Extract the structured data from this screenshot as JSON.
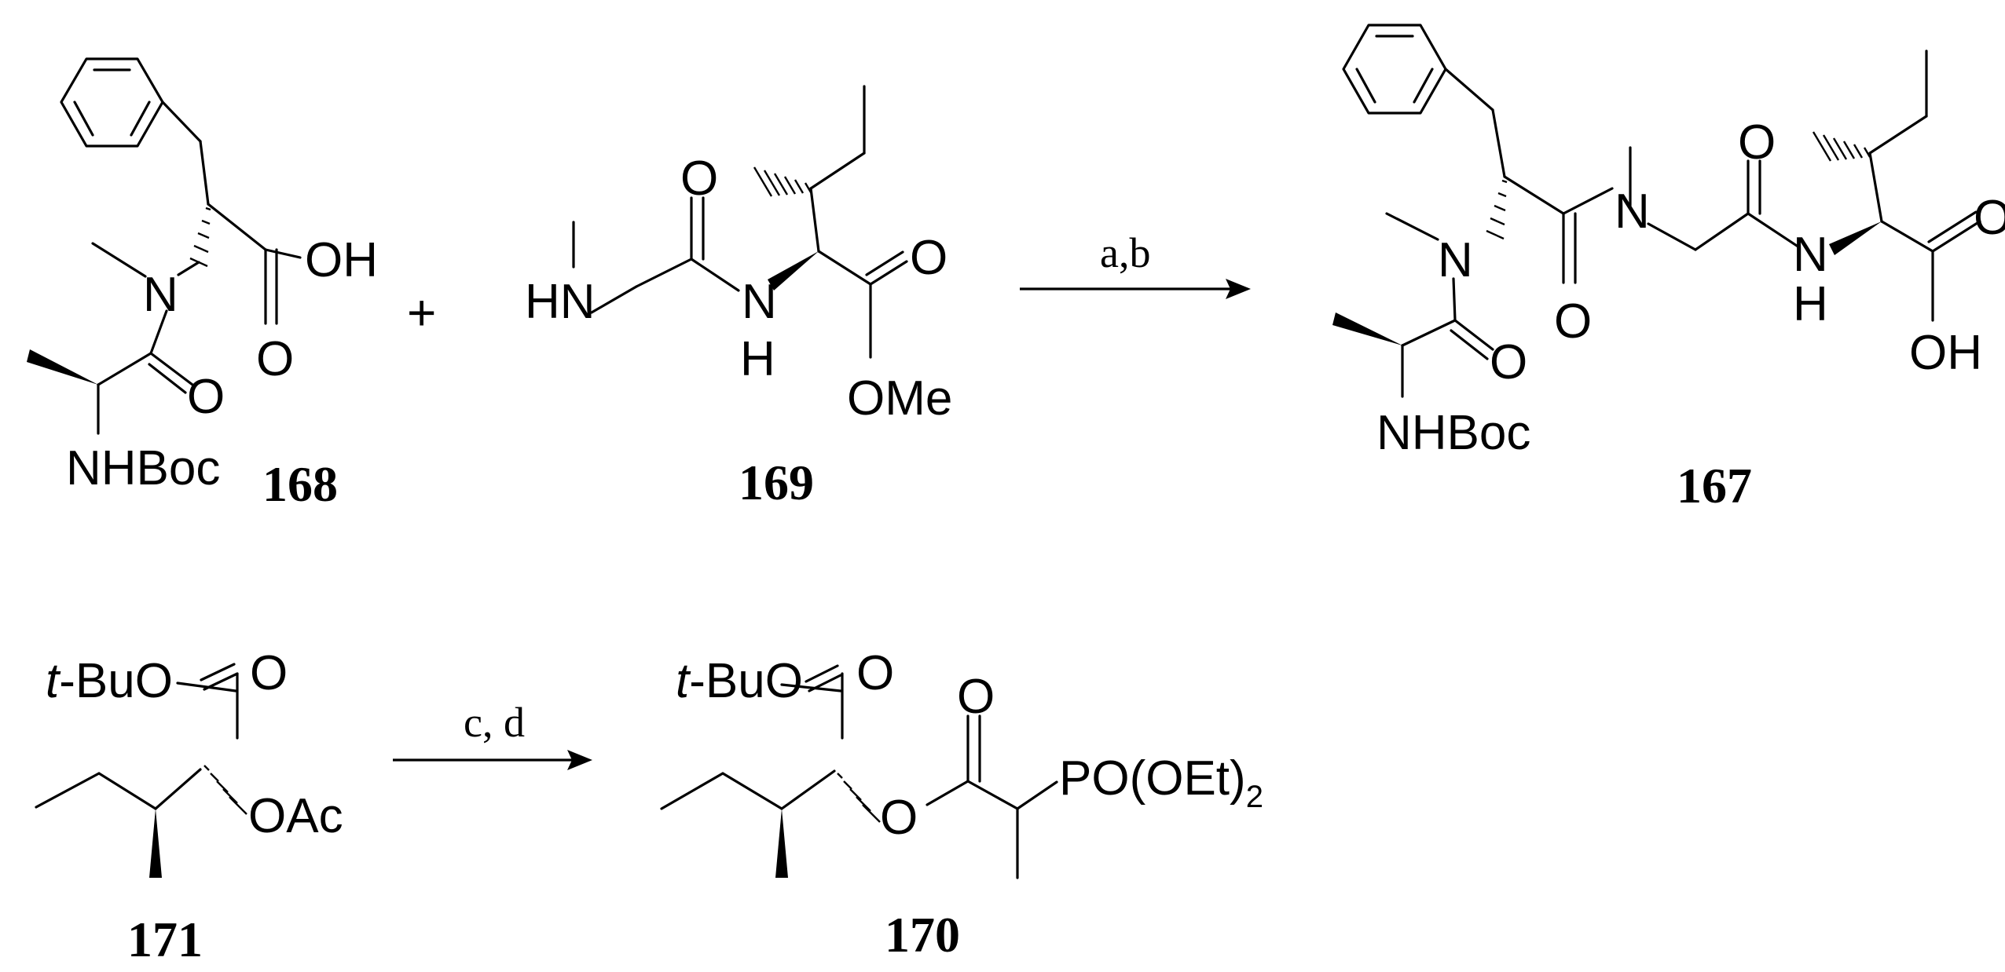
{
  "compounds": {
    "c168": {
      "number": "168",
      "labels": {
        "oh": "OH",
        "o_acid": "O",
        "n": "N",
        "o_amide": "O",
        "nhboc": "NHBoc"
      }
    },
    "c169": {
      "number": "169",
      "labels": {
        "hn": "HN",
        "o_amide": "O",
        "n": "N",
        "h": "H",
        "o_ester": "O",
        "ome": "OMe"
      }
    },
    "c167": {
      "number": "167",
      "labels": {
        "n1": "N",
        "o1": "O",
        "nhboc": "NHBoc",
        "n2": "N",
        "o2": "O",
        "o3": "O",
        "n3": "N",
        "h3": "H",
        "o4": "O",
        "oh": "OH"
      }
    },
    "c171": {
      "number": "171",
      "labels": {
        "tbu_prefix": "t",
        "tbu_rest": "-BuO",
        "o_ester": "O",
        "oac": "OAc"
      }
    },
    "c170": {
      "number": "170",
      "labels": {
        "tbu_prefix": "t",
        "tbu_rest": "-BuO",
        "o_ester": "O",
        "o_link": "O",
        "o_carbonyl": "O",
        "phos": "PO(OEt)",
        "phos_sub": "2"
      }
    }
  },
  "operators": {
    "plus": "+"
  },
  "reactions": [
    {
      "conditions": "a,b"
    },
    {
      "conditions": "c, d"
    }
  ]
}
